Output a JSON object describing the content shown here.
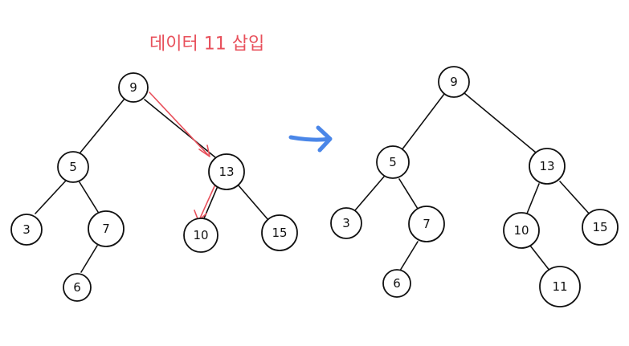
{
  "caption": "데이터 11 삽입",
  "colors": {
    "ink": "#111111",
    "highlight": "#e8505b",
    "transition_arrow": "#4a86e8"
  },
  "before": {
    "nodes": {
      "n9": "9",
      "n5": "5",
      "n13": "13",
      "n3": "3",
      "n7": "7",
      "n10": "10",
      "n15": "15",
      "n6": "6"
    }
  },
  "after": {
    "nodes": {
      "n9": "9",
      "n5": "5",
      "n13": "13",
      "n3": "3",
      "n7": "7",
      "n10": "10",
      "n15": "15",
      "n6": "6",
      "n11": "11"
    }
  }
}
